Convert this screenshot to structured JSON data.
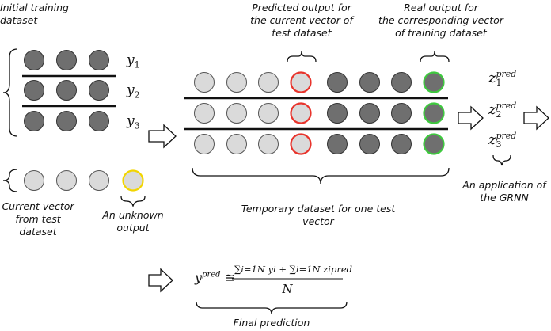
{
  "labels": {
    "initial_training": "Initial training\ndataset",
    "predicted_output": "Predicted output for\nthe current vector of\ntest dataset",
    "real_output": "Real output for\nthe corresponding vector\nof training dataset",
    "current_vector": "Current vector\nfrom test\ndataset",
    "unknown_output": "An unknown\noutput",
    "temporary_dataset": "Temporary dataset for one test\nvector",
    "grnn_application": "An application of\nthe GRNN",
    "final_prediction": "Final prediction"
  },
  "y_labels": [
    {
      "base": "y",
      "sub": "1"
    },
    {
      "base": "y",
      "sub": "2"
    },
    {
      "base": "y",
      "sub": "3"
    }
  ],
  "z_labels": [
    {
      "base": "z",
      "sup": "pred",
      "sub": "1"
    },
    {
      "base": "z",
      "sup": "pred",
      "sub": "2"
    },
    {
      "base": "z",
      "sup": "pred",
      "sub": "3"
    }
  ],
  "formula": {
    "lhs": "y",
    "lhs_sup": "pred",
    "relation": "≅",
    "numerator": "∑i=1N yi + ∑i=1N zipred",
    "denominator": "N"
  },
  "colors": {
    "dark_circle": "#6f6f6f",
    "light_circle": "#dadada",
    "red_ring": "#e8342c",
    "green_ring": "#3ec93e",
    "yellow_ring": "#f2d500"
  }
}
